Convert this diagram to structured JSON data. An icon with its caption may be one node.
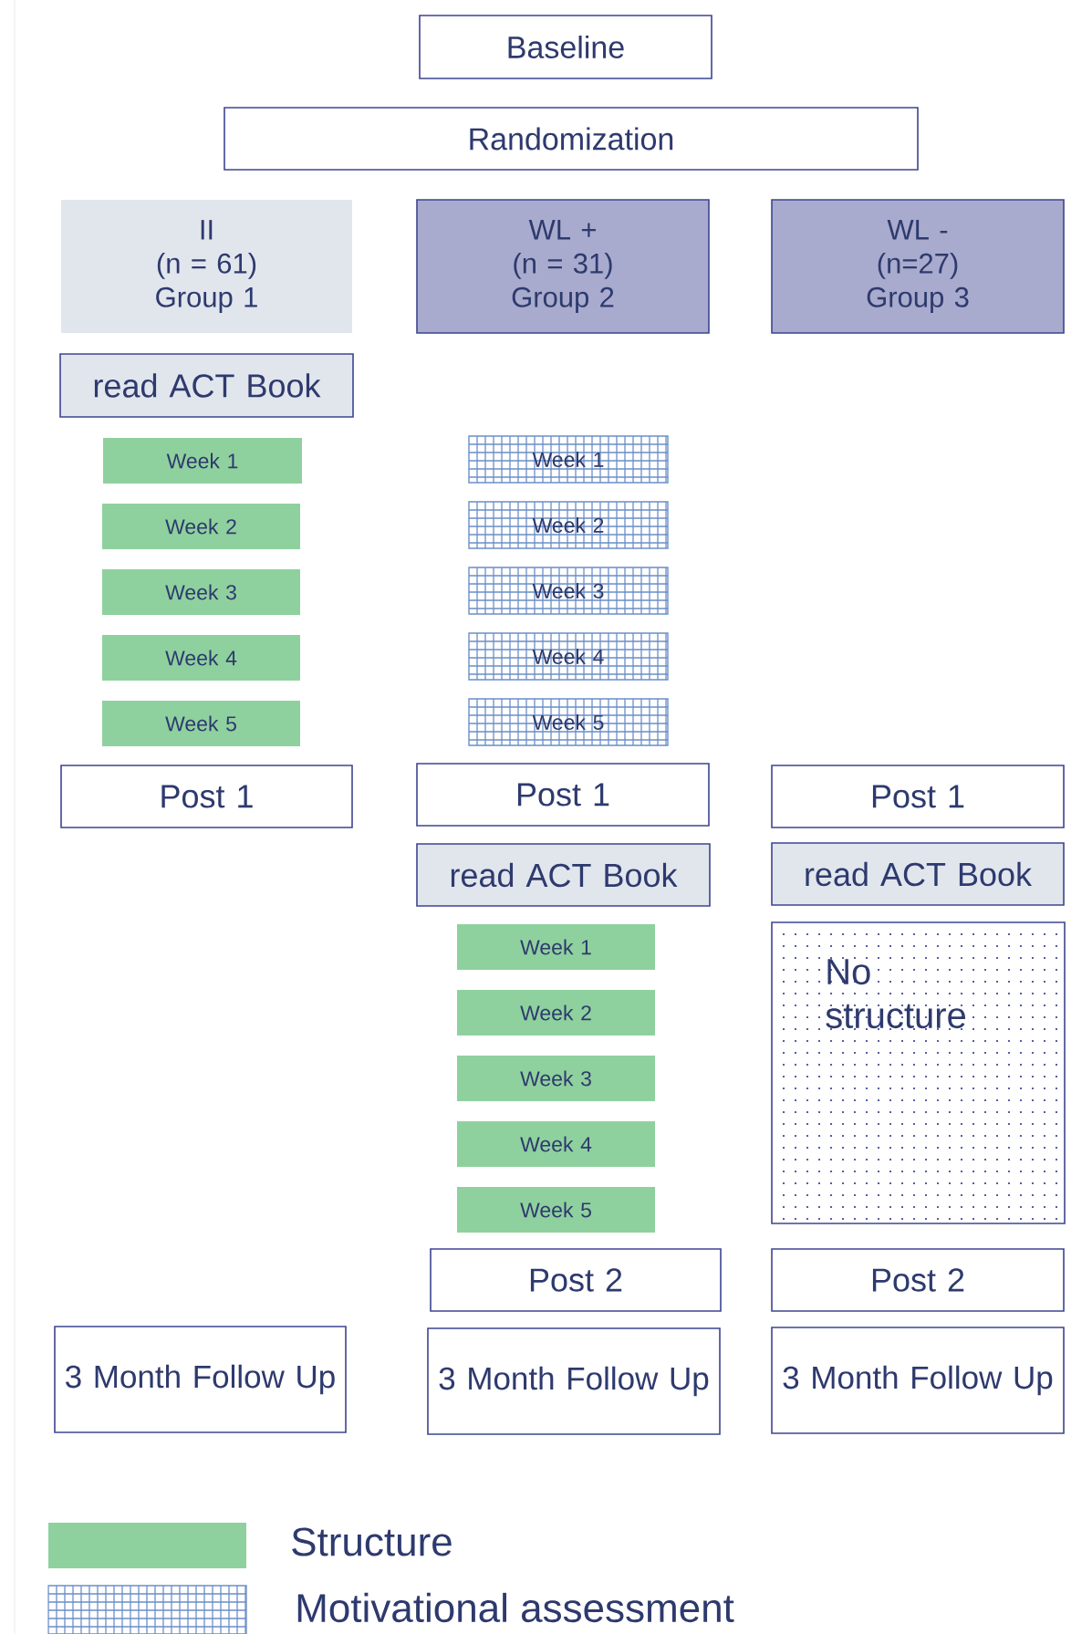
{
  "diagram": {
    "nodes": [
      {
        "text": [
          "Baseline"
        ]
      },
      {
        "text": [
          "Randomization"
        ]
      },
      {
        "text": [
          "II",
          "(n = 61)",
          "Group 1"
        ]
      },
      {
        "text": [
          "WL +",
          "(n = 31)",
          "Group 2"
        ]
      },
      {
        "text": [
          "WL -",
          "(n=27)",
          "Group 3"
        ]
      },
      {
        "text": [
          "read ACT Book"
        ]
      },
      {
        "text": [
          "Week 1"
        ]
      },
      {
        "text": [
          "Week 1"
        ]
      },
      {
        "text": [
          "Week 2"
        ]
      },
      {
        "text": [
          "Week 2"
        ]
      },
      {
        "text": [
          "Week 3"
        ]
      },
      {
        "text": [
          "Week 3"
        ]
      },
      {
        "text": [
          "Week 4"
        ]
      },
      {
        "text": [
          "Week 4"
        ]
      },
      {
        "text": [
          "Week 5"
        ]
      },
      {
        "text": [
          "Week 5"
        ]
      },
      {
        "text": [
          "Post 1"
        ]
      },
      {
        "text": [
          "Post 1"
        ]
      },
      {
        "text": [
          "Post 1"
        ]
      },
      {
        "text": [
          "read ACT Book"
        ]
      },
      {
        "text": [
          "read ACT Book"
        ]
      },
      {
        "text": [
          "Week 1"
        ]
      },
      {
        "text": [
          "No structure"
        ]
      },
      {
        "text": [
          "Week 2"
        ]
      },
      {
        "text": [
          "Week 3"
        ]
      },
      {
        "text": [
          "Week 4"
        ]
      },
      {
        "text": [
          "Week 5"
        ]
      },
      {
        "text": [
          "Post 2"
        ]
      },
      {
        "text": [
          "Post 2"
        ]
      },
      {
        "text": [
          "3 Month Follow Up"
        ]
      },
      {
        "text": [
          "3 Month Follow Up"
        ]
      },
      {
        "text": [
          "3 Month Follow Up"
        ]
      }
    ],
    "edges": [],
    "legend": [
      {
        "text": "Structure",
        "color": "#8fd19e"
      },
      {
        "text": "Motivational assessment",
        "color": "#6b8fc7"
      }
    ]
  }
}
